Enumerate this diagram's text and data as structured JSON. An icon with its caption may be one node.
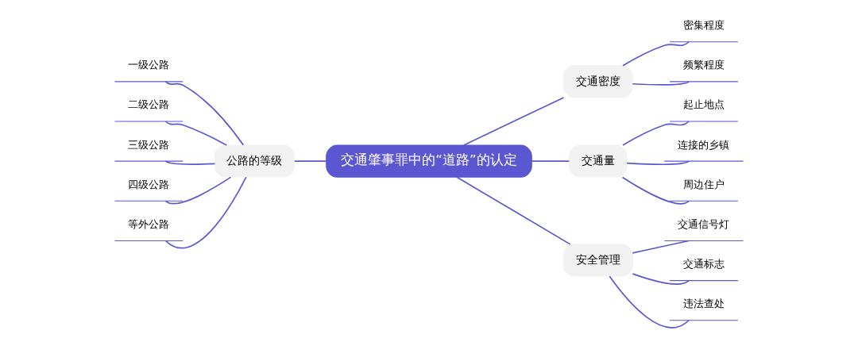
{
  "diagram": {
    "nodes": [
      {
        "text": [
          "交通肇事罪中的“道路”的认定"
        ]
      },
      {
        "text": [
          "公路的等级"
        ]
      },
      {
        "text": [
          "一级公路"
        ]
      },
      {
        "text": [
          "二级公路"
        ]
      },
      {
        "text": [
          "三级公路"
        ]
      },
      {
        "text": [
          "四级公路"
        ]
      },
      {
        "text": [
          "等外公路"
        ]
      },
      {
        "text": [
          "交通密度"
        ]
      },
      {
        "text": [
          "密集程度"
        ]
      },
      {
        "text": [
          "频繁程度"
        ]
      },
      {
        "text": [
          "交通量"
        ]
      },
      {
        "text": [
          "起止地点"
        ]
      },
      {
        "text": [
          "连接的乡镇"
        ]
      },
      {
        "text": [
          "周边住户"
        ]
      },
      {
        "text": [
          "安全管理"
        ]
      },
      {
        "text": [
          "交通信号灯"
        ]
      },
      {
        "text": [
          "交通标志"
        ]
      },
      {
        "text": [
          "违法查处"
        ]
      }
    ],
    "edges": [
      {
        "from": 0,
        "to": 1,
        "arrow": "none"
      },
      {
        "from": 1,
        "to": 2,
        "arrow": "none"
      },
      {
        "from": 1,
        "to": 3,
        "arrow": "none"
      },
      {
        "from": 1,
        "to": 4,
        "arrow": "none"
      },
      {
        "from": 1,
        "to": 5,
        "arrow": "none"
      },
      {
        "from": 1,
        "to": 6,
        "arrow": "none"
      },
      {
        "from": 0,
        "to": 7,
        "arrow": "none"
      },
      {
        "from": 7,
        "to": 8,
        "arrow": "none"
      },
      {
        "from": 7,
        "to": 9,
        "arrow": "none"
      },
      {
        "from": 0,
        "to": 10,
        "arrow": "none"
      },
      {
        "from": 10,
        "to": 11,
        "arrow": "none"
      },
      {
        "from": 10,
        "to": 12,
        "arrow": "none"
      },
      {
        "from": 10,
        "to": 13,
        "arrow": "none"
      },
      {
        "from": 0,
        "to": 14,
        "arrow": "none"
      },
      {
        "from": 14,
        "to": 15,
        "arrow": "none"
      },
      {
        "from": 14,
        "to": 16,
        "arrow": "none"
      },
      {
        "from": 14,
        "to": 17,
        "arrow": "none"
      }
    ]
  }
}
